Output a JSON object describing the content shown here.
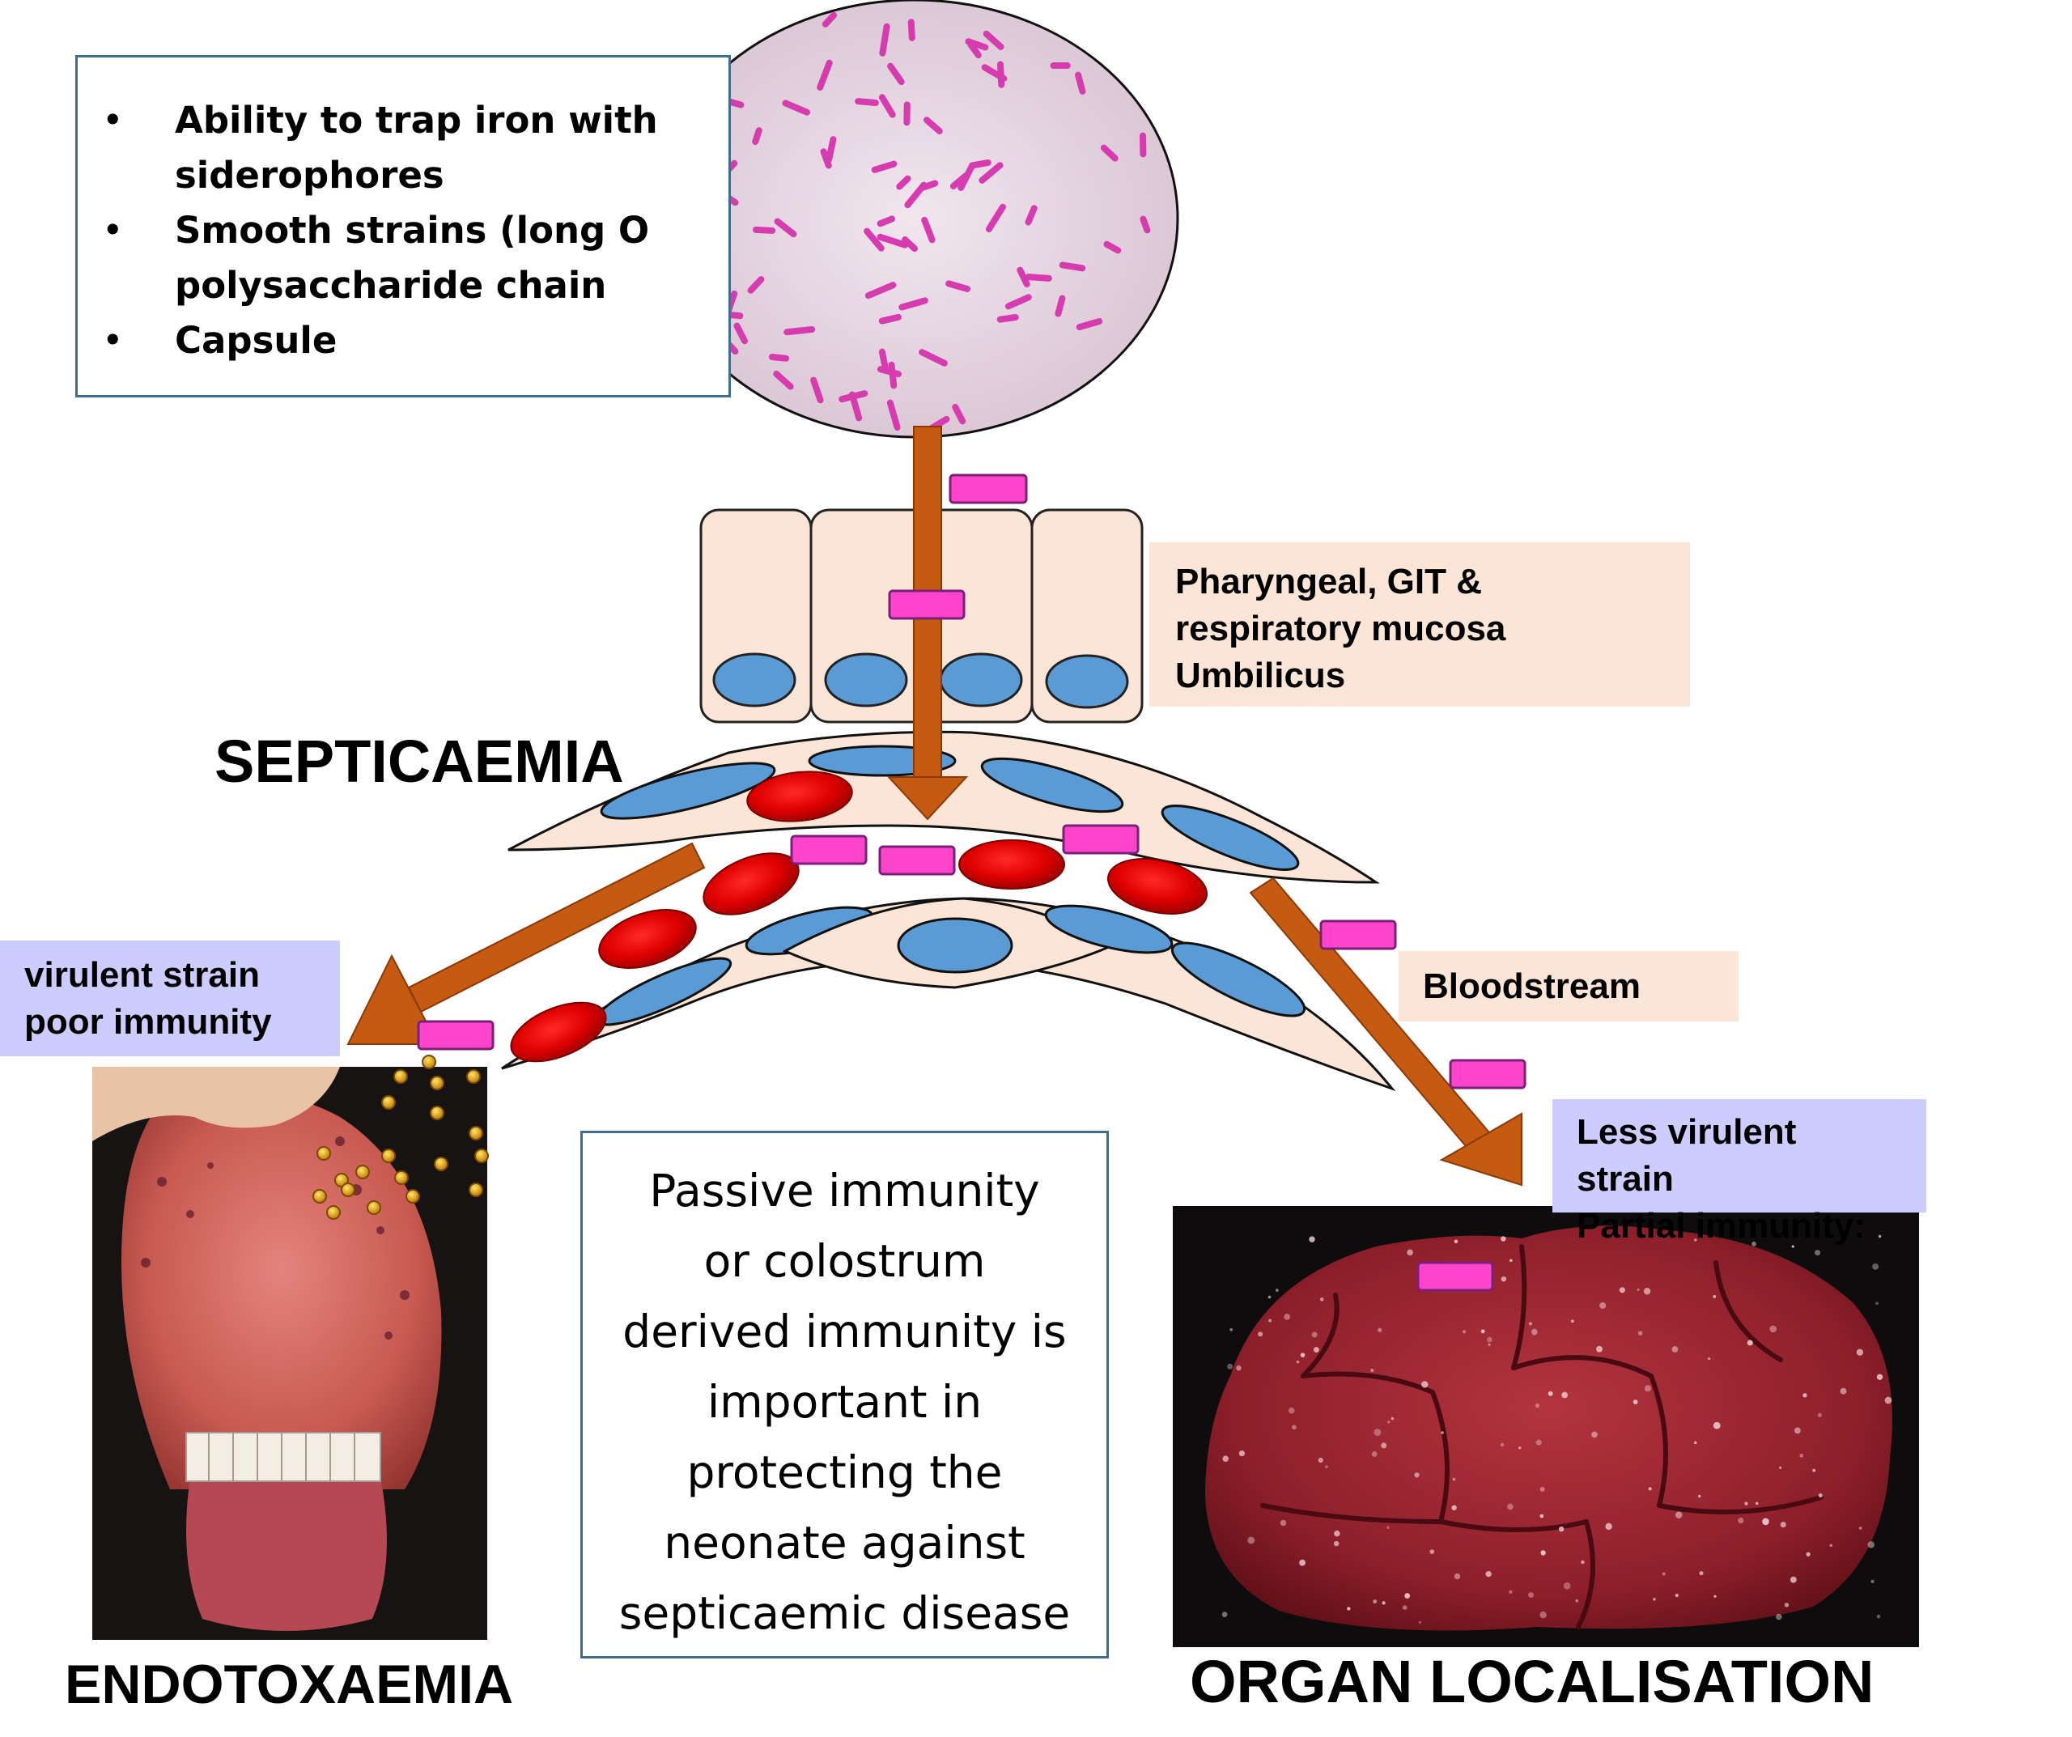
{
  "virulence_factors": [
    "Ability to trap iron with",
    "siderophores",
    "Smooth strains (long O",
    "polysaccharide chain",
    "Capsule"
  ],
  "bullet_glyph": "•",
  "entry_sites": [
    "Pharyngeal, GIT &",
    "respiratory mucosa",
    "Umbilicus"
  ],
  "bloodstream_label": "Bloodstream",
  "titles": {
    "septicaemia": "SEPTICAEMIA",
    "endotoxaemia": "ENDOTOXAEMIA",
    "organ_localisation": "ORGAN LOCALISATION"
  },
  "virulent_label": [
    "virulent strain",
    "poor immunity"
  ],
  "less_virulent_label": [
    "Less virulent",
    "strain",
    "Partial immunity:"
  ],
  "immunity_note": [
    "Passive immunity",
    "or colostrum",
    "derived immunity is",
    "important in",
    "protecting the",
    "neonate against",
    "septicaemic disease"
  ],
  "colors": {
    "arrow": "#c55a11",
    "bacterium": "#ff44cc",
    "cell_fill": "#fbe5d6",
    "nucleus": "#5b9bd5",
    "red_cell": "#e00000",
    "box_border": "#3f6f8c",
    "peach_label": "#fbe5d6",
    "lavender_label": "#ccccff"
  }
}
